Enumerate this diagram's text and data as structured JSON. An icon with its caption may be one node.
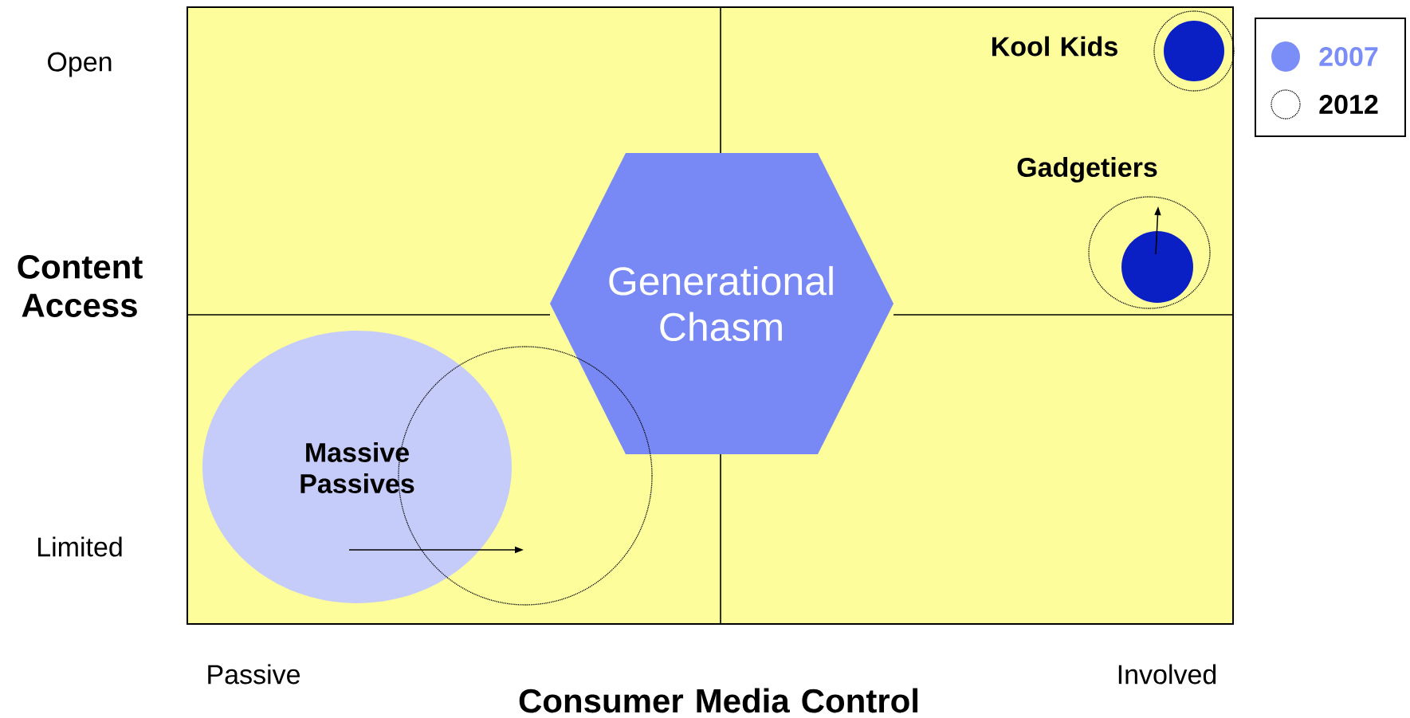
{
  "diagram": {
    "nodes": [
      {
        "text": [
          "Generational Chasm"
        ]
      },
      {
        "text": [
          "Massive Passives"
        ]
      },
      {
        "text": [],
        "shape": "circle"
      },
      {
        "text": [],
        "shape": "circle"
      },
      {
        "text": [
          "Kool Kids"
        ],
        "in": 3
      },
      {
        "text": [],
        "shape": "circle"
      },
      {
        "text": [
          "Gadgetiers"
        ],
        "in": 5
      }
    ],
    "edges": [
      {
        "from": 1,
        "to": 2,
        "arrow": "to"
      },
      {
        "from": 6,
        "to": 5,
        "arrow": "to"
      }
    ],
    "labels": [
      "Open",
      "Content Access",
      "Limited",
      "Passive",
      "Involved",
      "Consumer Media Control"
    ],
    "legend": [
      {
        "text": "2007",
        "color": "#7b8ef7"
      },
      {
        "text": "2012"
      }
    ]
  }
}
